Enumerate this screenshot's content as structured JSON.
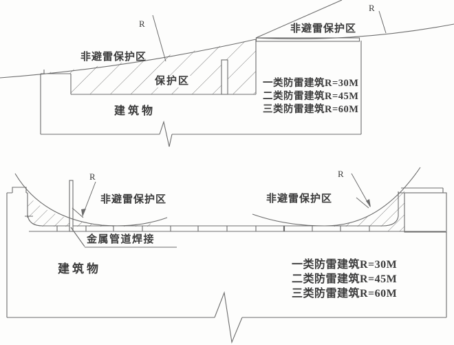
{
  "colors": {
    "line": "#6b6b6b",
    "hatch": "#7a7a7a",
    "text": "#3a3a3a",
    "background": "#fdfdfc"
  },
  "top": {
    "r_left": "R",
    "r_right": "R",
    "zone_left": "非避雷保护区",
    "zone_right": "非避雷保护区",
    "protection": "保护区",
    "building": "建筑物",
    "classes": [
      "一类防雷建筑R=30M",
      "二类防雷建筑R=45M",
      "三类防雷建筑R=60M"
    ]
  },
  "bottom": {
    "r_left": "R",
    "r_right": "R",
    "zone_left": "非避雷保护区",
    "zone_right": "非避雷保护区",
    "weld": "金属管道焊接",
    "building": "建筑物",
    "classes": [
      "一类防雷建筑R=30M",
      "二类防雷建筑R=45M",
      "三类防雷建筑R=60M"
    ]
  }
}
